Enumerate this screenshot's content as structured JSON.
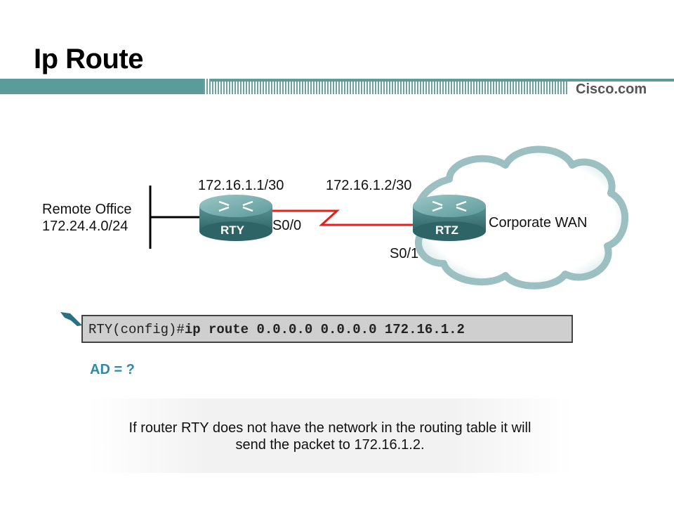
{
  "slide": {
    "title": "Ip Route",
    "brand": "Cisco.com"
  },
  "diagram": {
    "remote_office": {
      "name": "Remote Office",
      "network": "172.24.4.0/24"
    },
    "router_left": {
      "name": "RTY",
      "ip": "172.16.1.1/30",
      "interface": "S0/0"
    },
    "router_right": {
      "name": "RTZ",
      "ip": "172.16.1.2/30",
      "interface": "S0/1"
    },
    "cloud_label": "Corporate WAN",
    "colors": {
      "serial_link": "#e8201a",
      "router_body": "#4f8a8c",
      "router_top": "#7eb2b3",
      "cloud_fill": "#ffffff",
      "cloud_stroke": "#8fb5b6"
    }
  },
  "command": {
    "prompt": "RTY(config)#",
    "text": "ip route 0.0.0.0 0.0.0.0 172.16.1.2"
  },
  "question": "AD = ?",
  "explanation": {
    "line1": "If router RTY does not have the network in the routing table it will",
    "line2": "send the packet to 172.16.1.2."
  }
}
